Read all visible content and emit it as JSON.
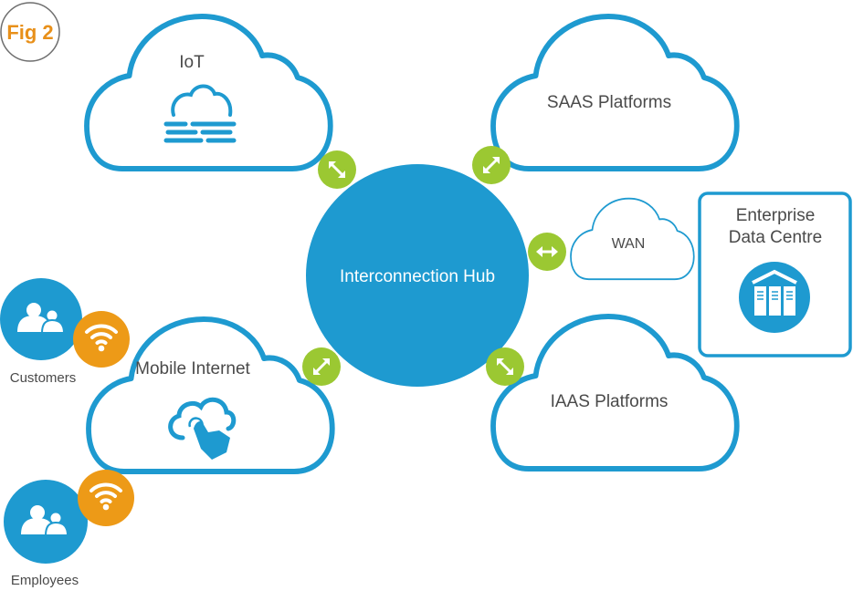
{
  "figure": {
    "label": "Fig 2"
  },
  "hub": {
    "label": "Interconnection Hub"
  },
  "clouds": {
    "iot": {
      "label": "IoT",
      "icon": "cloud-bricks-icon"
    },
    "saas": {
      "label": "SAAS Platforms"
    },
    "wan": {
      "label": "WAN"
    },
    "iaas": {
      "label": "IAAS Platforms"
    },
    "mobile": {
      "label": "Mobile Internet",
      "icon": "cloud-touch-icon"
    }
  },
  "data_centre": {
    "line1": "Enterprise",
    "line2": "Data Centre",
    "icon": "server-building-icon"
  },
  "users": {
    "customers": {
      "label": "Customers",
      "icon": "users-icon",
      "connection_icon": "wifi-icon"
    },
    "employees": {
      "label": "Employees",
      "icon": "users-icon",
      "connection_icon": "wifi-icon"
    }
  },
  "connectors": [
    {
      "name": "iot-hub-connector",
      "icon": "diagonal-double-arrow-icon"
    },
    {
      "name": "saas-hub-connector",
      "icon": "diagonal-double-arrow-icon"
    },
    {
      "name": "wan-hub-connector",
      "icon": "horizontal-double-arrow-icon"
    },
    {
      "name": "iaas-hub-connector",
      "icon": "diagonal-double-arrow-icon"
    },
    {
      "name": "mobile-hub-connector",
      "icon": "diagonal-double-arrow-icon"
    }
  ],
  "colors": {
    "primary_blue": "#1e9ad0",
    "green": "#9bc832",
    "orange": "#ed9a17",
    "text_gray": "#4a4a4a"
  }
}
